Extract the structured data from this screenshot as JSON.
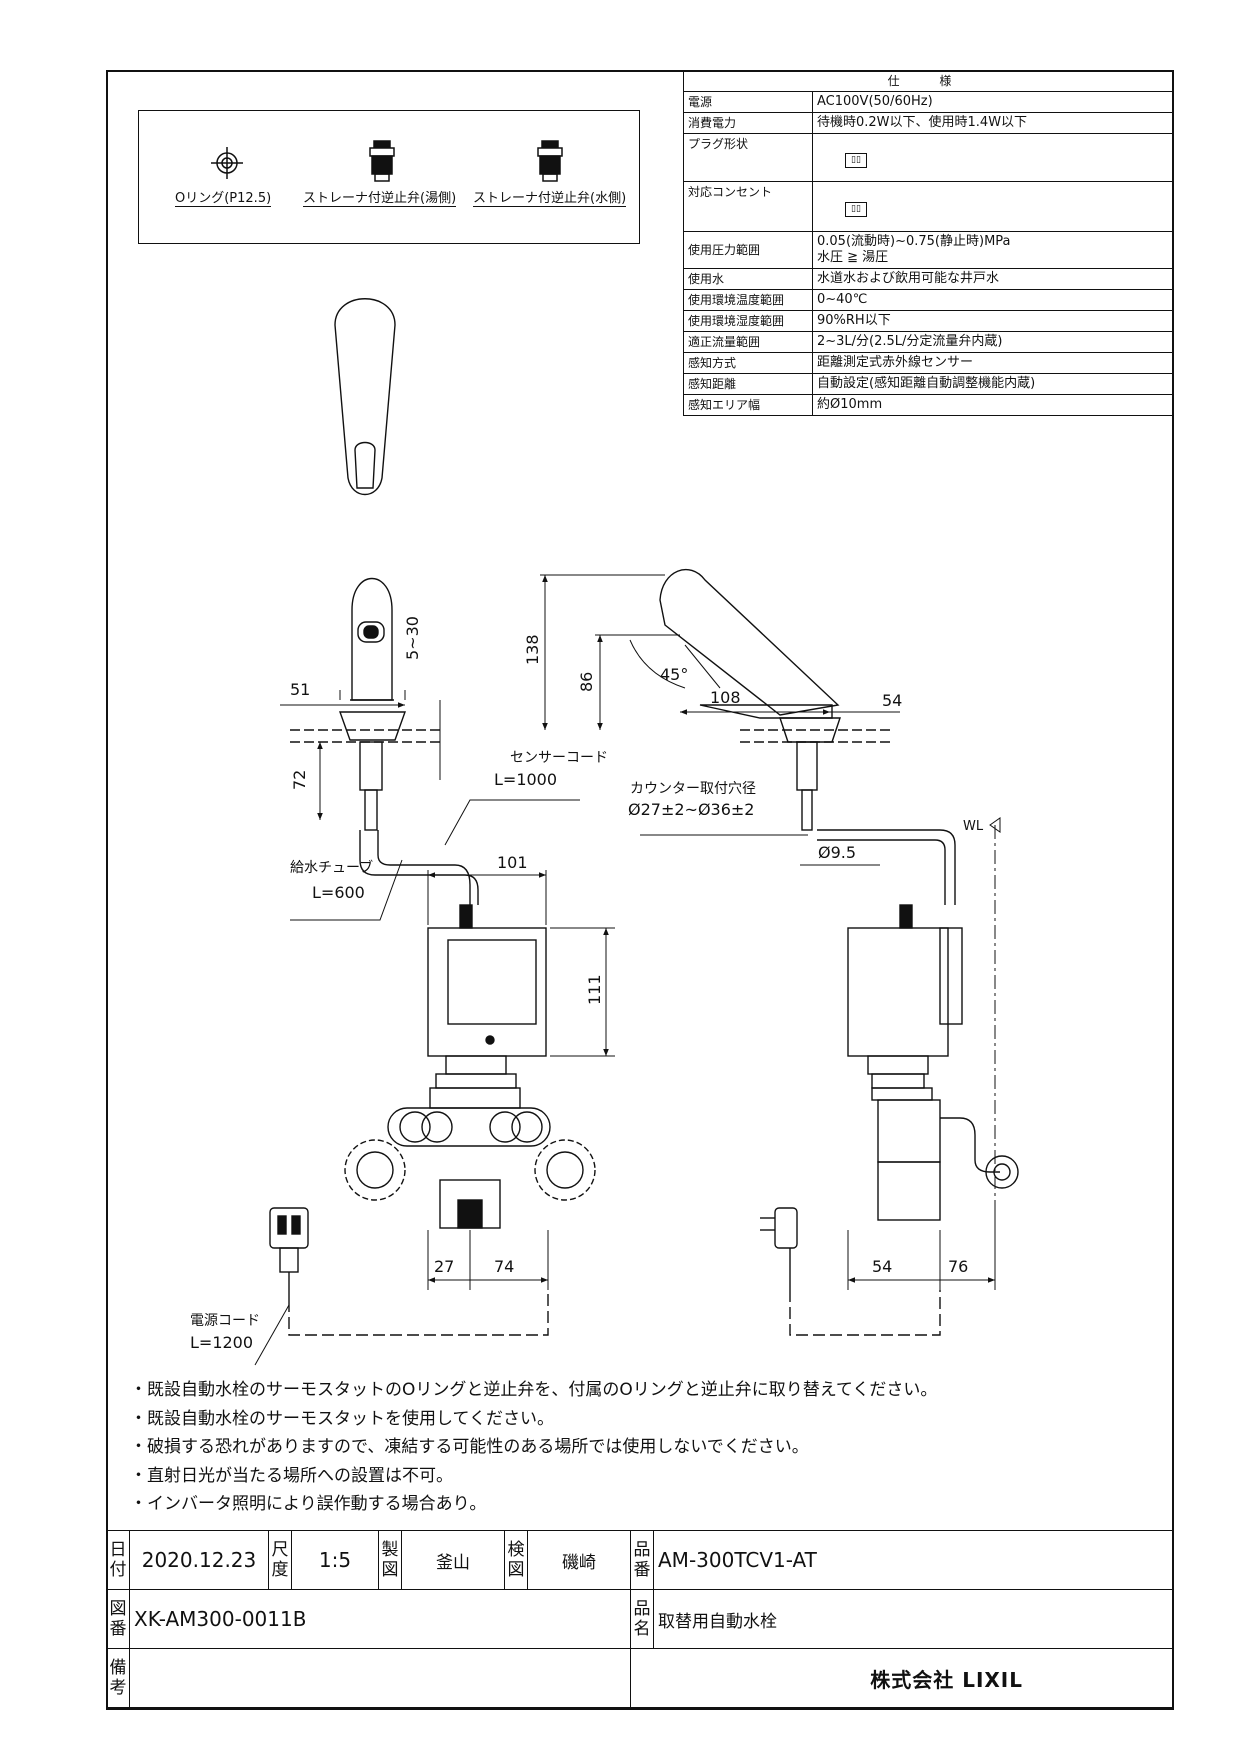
{
  "spec": {
    "title": "仕 様",
    "rows": [
      {
        "key": "電源",
        "value": "AC100V(50/60Hz)"
      },
      {
        "key": "消費電力",
        "value": "待機時0.2W以下、使用時1.4W以下"
      },
      {
        "key": "プラグ形状",
        "value": "",
        "icon": "plug-icon"
      },
      {
        "key": "対応コンセント",
        "value": "",
        "icon": "outlet-icon"
      },
      {
        "key": "使用圧力範囲",
        "value": "0.05(流動時)~0.75(静止時)MPa",
        "value2": "水圧 ≧ 湯圧"
      },
      {
        "key": "使用水",
        "value": "水道水および飲用可能な井戸水"
      },
      {
        "key": "使用環境温度範囲",
        "value": "0~40℃"
      },
      {
        "key": "使用環境湿度範囲",
        "value": "90%RH以下"
      },
      {
        "key": "適正流量範囲",
        "value": "2~3L/分(2.5L/分定流量弁内蔵)"
      },
      {
        "key": "感知方式",
        "value": "距離測定式赤外線センサー"
      },
      {
        "key": "感知距離",
        "value": "自動設定(感知距離自動調整機能内蔵)"
      },
      {
        "key": "感知エリア幅",
        "value": "約Ø10mm"
      }
    ]
  },
  "parts": [
    {
      "label": "Oリング(P12.5)",
      "icon": "o-ring-icon"
    },
    {
      "label": "ストレーナ付逆止弁(湯側)",
      "icon": "check-valve-hot-icon"
    },
    {
      "label": "ストレーナ付逆止弁(水側)",
      "icon": "check-valve-cold-icon"
    }
  ],
  "dims": {
    "d51": "51",
    "d5_30": "5~30",
    "d72": "72",
    "d138": "138",
    "d86": "86",
    "d45": "45°",
    "d108": "108",
    "d54a": "54",
    "d101": "101",
    "d111": "111",
    "d27": "27",
    "d74": "74",
    "d54b": "54",
    "d76": "76",
    "d95": "Ø9.5",
    "wl": "WL"
  },
  "callouts": {
    "sensor_cord_1": "センサーコード",
    "sensor_cord_2": "L=1000",
    "hole_1": "カウンター取付穴径",
    "hole_2": "Ø27±2~Ø36±2",
    "supply_1": "給水チューブ",
    "supply_2": "L=600",
    "power_1": "電源コード",
    "power_2": "L=1200"
  },
  "notes": [
    "・既設自動水栓のサーモスタットのOリングと逆止弁を、付属のOリングと逆止弁に取り替えてください。",
    "・既設自動水栓のサーモスタットを使用してください。",
    "・破損する恐れがありますので、凍結する可能性のある場所では使用しないでください。",
    "・直射日光が当たる場所への設置は不可。",
    "・インバータ照明により誤作動する場合あり。"
  ],
  "titleblock": {
    "date_label": "日付",
    "date": "2020.12.23",
    "scale_label": "尺度",
    "scale": "1:5",
    "drawn_label": "製図",
    "drawn": "釜山",
    "check_label": "検図",
    "check": "磯崎",
    "partno_label": "品番",
    "partno": "AM-300TCV1-AT",
    "drawing_label": "図番",
    "drawing": "XK-AM300-0011B",
    "name_label": "品名",
    "name": "取替用自動水栓",
    "remarks_label": "備考",
    "company": "株式会社 LIXIL"
  }
}
